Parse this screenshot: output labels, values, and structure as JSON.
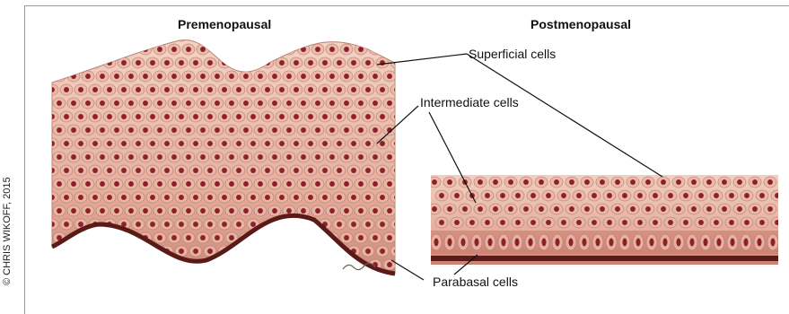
{
  "headings": {
    "premenopausal": "Premenopausal",
    "postmenopausal": "Postmenopausal"
  },
  "labels": {
    "superficial": "Superficial cells",
    "intermediate": "Intermediate cells",
    "parabasal": "Parabasal cells"
  },
  "credit": "© CHRIS WIKOFF, 2015",
  "colors": {
    "cell_fill": "#e9b9a8",
    "cell_outline": "#b9836f",
    "nucleus": "#8e1f2c",
    "basal_layer": "#c9746a",
    "basement": "#5a1a18",
    "frame": "#9a9a9a"
  }
}
